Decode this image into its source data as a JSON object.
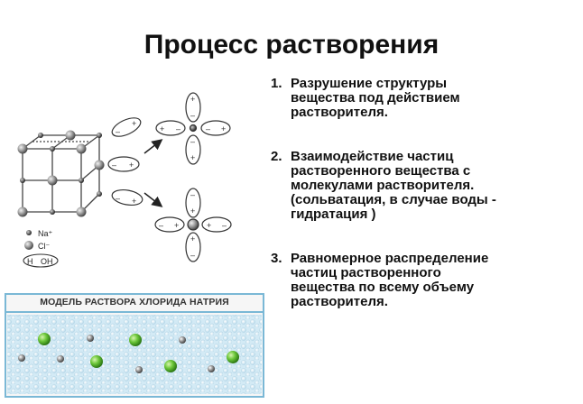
{
  "title": "Процесс растворения",
  "steps": [
    {
      "num": "1.",
      "text": "Разрушение структуры\nвещества под действием\nрастворителя."
    },
    {
      "num": "2.",
      "text": "Взаимодействие частиц\nрастворенного вещества с\nмолекулами растворителя.\n(сольватация, в случае воды -\nгидратация )"
    },
    {
      "num": "3.",
      "text": "Равномерное распределение\nчастиц растворенного\nвещества по всему объему\nрастворителя."
    }
  ],
  "legend": {
    "na": "Na⁺",
    "cl": "Cl⁻",
    "water_h": "H",
    "water_oh": "OH"
  },
  "model_title": "МОДЕЛЬ РАСТВОРА ХЛОРИДА НАТРИЯ",
  "colors": {
    "water": "#d9ecf6",
    "na_ion": "#8e8e8e",
    "cl_ion": "#5bbf2e",
    "frame": "#7ab8d6"
  }
}
